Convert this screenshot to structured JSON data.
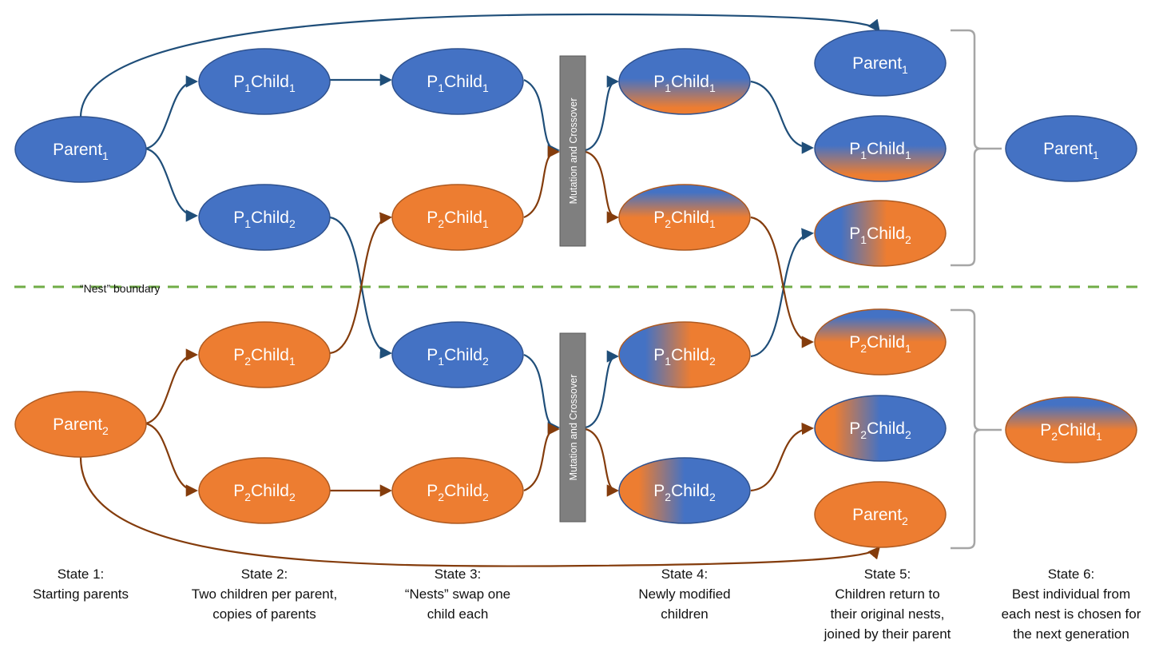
{
  "colors": {
    "blue": "#4472C4",
    "orange": "#ED7D31",
    "blue_stroke": "#2F528F",
    "orange_stroke": "#AE5A21",
    "blue_arrow": "#1F4E79",
    "orange_arrow": "#843C0C",
    "box": "#7F7F7F",
    "nest_line": "#70AD47",
    "brace": "#A6A6A6"
  },
  "nodes": [
    {
      "id": "s1-parent1",
      "label": "Parent",
      "sub": "1",
      "fill": "blue"
    },
    {
      "id": "s1-parent2",
      "label": "Parent",
      "sub": "2",
      "fill": "orange"
    },
    {
      "id": "s2-p1child1",
      "label": "P1Child1",
      "pre": "P",
      "preSub": "1",
      "label2": "Child",
      "sub": "1",
      "fill": "blue"
    },
    {
      "id": "s2-p1child2",
      "label": "P1Child2",
      "pre": "P",
      "preSub": "1",
      "label2": "Child",
      "sub": "2",
      "fill": "blue"
    },
    {
      "id": "s2-p2child1",
      "label": "P2Child1",
      "pre": "P",
      "preSub": "2",
      "label2": "Child",
      "sub": "1",
      "fill": "orange"
    },
    {
      "id": "s2-p2child2",
      "label": "P2Child2",
      "pre": "P",
      "preSub": "2",
      "label2": "Child",
      "sub": "2",
      "fill": "orange"
    },
    {
      "id": "s3-p1child1",
      "label": "P1Child1",
      "pre": "P",
      "preSub": "1",
      "label2": "Child",
      "sub": "1",
      "fill": "blue"
    },
    {
      "id": "s3-p2child1",
      "label": "P2Child1",
      "pre": "P",
      "preSub": "2",
      "label2": "Child",
      "sub": "1",
      "fill": "orange"
    },
    {
      "id": "s3-p1child2",
      "label": "P1Child2",
      "pre": "P",
      "preSub": "1",
      "label2": "Child",
      "sub": "2",
      "fill": "blue"
    },
    {
      "id": "s3-p2child2",
      "label": "P2Child2",
      "pre": "P",
      "preSub": "2",
      "label2": "Child",
      "sub": "2",
      "fill": "orange"
    },
    {
      "id": "s4-p1child1",
      "label": "P1Child1",
      "pre": "P",
      "preSub": "1",
      "label2": "Child",
      "sub": "1",
      "fill": "grad-bo-v"
    },
    {
      "id": "s4-p2child1",
      "label": "P2Child1",
      "pre": "P",
      "preSub": "2",
      "label2": "Child",
      "sub": "1",
      "fill": "grad-ob-v"
    },
    {
      "id": "s4-p1child2",
      "label": "P1Child2",
      "pre": "P",
      "preSub": "1",
      "label2": "Child",
      "sub": "2",
      "fill": "grad-bo-h"
    },
    {
      "id": "s4-p2child2",
      "label": "P2Child2",
      "pre": "P",
      "preSub": "2",
      "label2": "Child",
      "sub": "2",
      "fill": "grad-ob-h"
    },
    {
      "id": "s5-parent1",
      "label": "Parent",
      "sub": "1",
      "fill": "blue"
    },
    {
      "id": "s5-p1child1",
      "label": "P1Child1",
      "pre": "P",
      "preSub": "1",
      "label2": "Child",
      "sub": "1",
      "fill": "grad-bo-v"
    },
    {
      "id": "s5-p1child2",
      "label": "P1Child2",
      "pre": "P",
      "preSub": "1",
      "label2": "Child",
      "sub": "2",
      "fill": "grad-bo-h"
    },
    {
      "id": "s5-p2child1",
      "label": "P2Child1",
      "pre": "P",
      "preSub": "2",
      "label2": "Child",
      "sub": "1",
      "fill": "grad-ob-v"
    },
    {
      "id": "s5-p2child2",
      "label": "P2Child2",
      "pre": "P",
      "preSub": "2",
      "label2": "Child",
      "sub": "2",
      "fill": "grad-ob-h"
    },
    {
      "id": "s5-parent2",
      "label": "Parent",
      "sub": "2",
      "fill": "orange"
    },
    {
      "id": "s6-parent1",
      "label": "Parent",
      "sub": "1",
      "fill": "blue"
    },
    {
      "id": "s6-p2child1",
      "label": "P2Child1",
      "pre": "P",
      "preSub": "2",
      "label2": "Child",
      "sub": "1",
      "fill": "grad-ob-v"
    }
  ],
  "box_label": "Mutation and Crossover",
  "nest_label": "“Nest” boundary",
  "states": [
    {
      "lines": [
        "State 1:",
        "Starting parents"
      ]
    },
    {
      "lines": [
        "State 2:",
        "Two children per parent,",
        "copies of parents"
      ]
    },
    {
      "lines": [
        "State 3:",
        "“Nests” swap one",
        "child each"
      ]
    },
    {
      "lines": [
        "State 4:",
        "Newly modified",
        "children"
      ]
    },
    {
      "lines": [
        "State 5:",
        "Children return to",
        "their original nests,",
        "joined by their parent"
      ]
    },
    {
      "lines": [
        "State 6:",
        "Best individual from",
        "each nest is chosen for",
        "the next generation"
      ]
    }
  ]
}
